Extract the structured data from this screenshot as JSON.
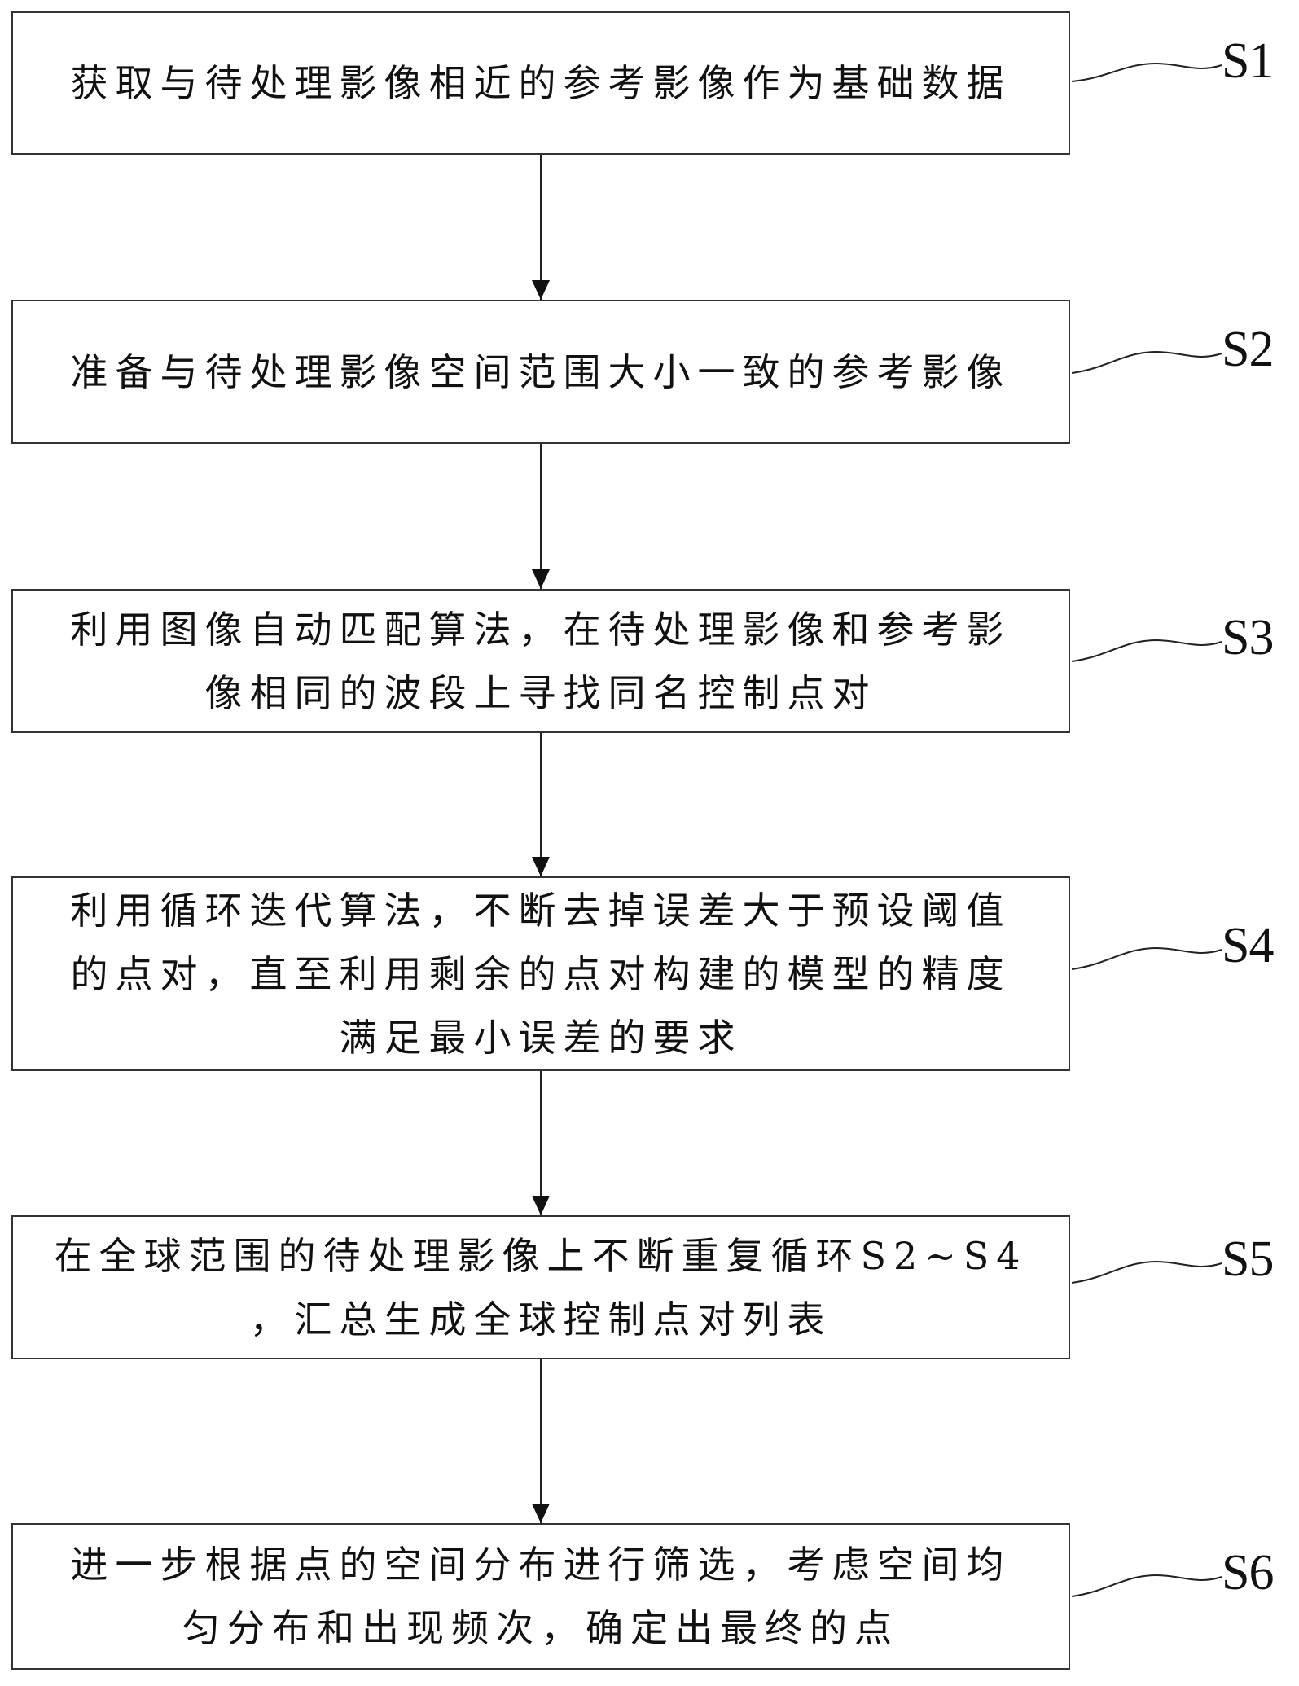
{
  "steps": [
    {
      "id": "S1",
      "text": "获取与待处理影像相近的参考影像作为基础数据"
    },
    {
      "id": "S2",
      "text": "准备与待处理影像空间范围大小一致的参考影像"
    },
    {
      "id": "S3",
      "text": "利用图像自动匹配算法，在待处理影像和参考影\n像相同的波段上寻找同名控制点对"
    },
    {
      "id": "S4",
      "text": "利用循环迭代算法，不断去掉误差大于预设阈值\n的点对，直至利用剩余的点对构建的模型的精度\n满足最小误差的要求"
    },
    {
      "id": "S5",
      "text": "在全球范围的待处理影像上不断重复循环S2~S4\n，汇总生成全球控制点对列表"
    },
    {
      "id": "S6",
      "text": "进一步根据点的空间分布进行筛选，考虑空间均\n匀分布和出现频次，确定出最终的点"
    }
  ]
}
